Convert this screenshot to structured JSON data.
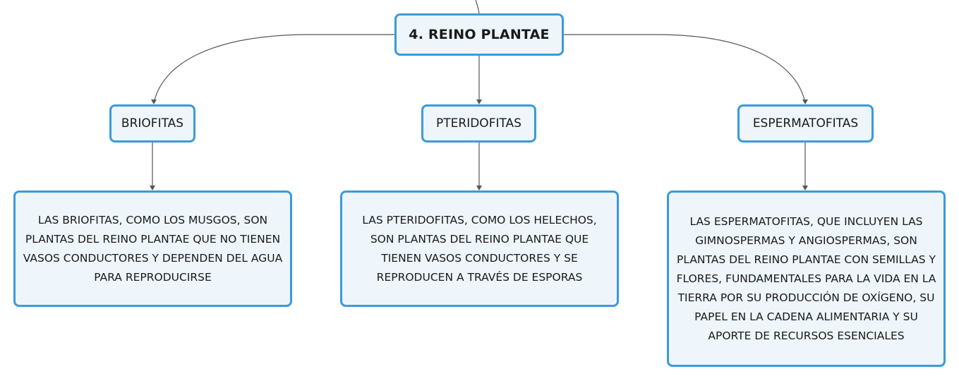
{
  "colors": {
    "node_border": "#3b9ad9",
    "node_fill": "#eef5fb",
    "connector": "#555555"
  },
  "root": {
    "label": "4. REINO PLANTAE"
  },
  "categories": [
    {
      "label": "BRIOFITAS",
      "description": "LAS BRIOFITAS, COMO LOS MUSGOS, SON PLANTAS DEL REINO PLANTAE QUE NO TIENEN VASOS CONDUCTORES Y DEPENDEN DEL AGUA PARA REPRODUCIRSE"
    },
    {
      "label": "PTERIDOFITAS",
      "description": "LAS PTERIDOFITAS, COMO LOS HELECHOS, SON PLANTAS DEL REINO PLANTAE QUE TIENEN VASOS CONDUCTORES Y SE REPRODUCEN A TRAVÉS DE ESPORAS"
    },
    {
      "label": "ESPERMATOFITAS",
      "description": "LAS ESPERMATOFITAS, QUE INCLUYEN LAS GIMNOSPERMAS Y ANGIOSPERMAS, SON PLANTAS DEL REINO PLANTAE CON SEMILLAS Y FLORES, FUNDAMENTALES PARA LA VIDA EN LA TIERRA POR SU PRODUCCIÓN DE OXÍGENO, SU PAPEL EN LA CADENA ALIMENTARIA Y SU APORTE DE RECURSOS ESENCIALES"
    }
  ]
}
